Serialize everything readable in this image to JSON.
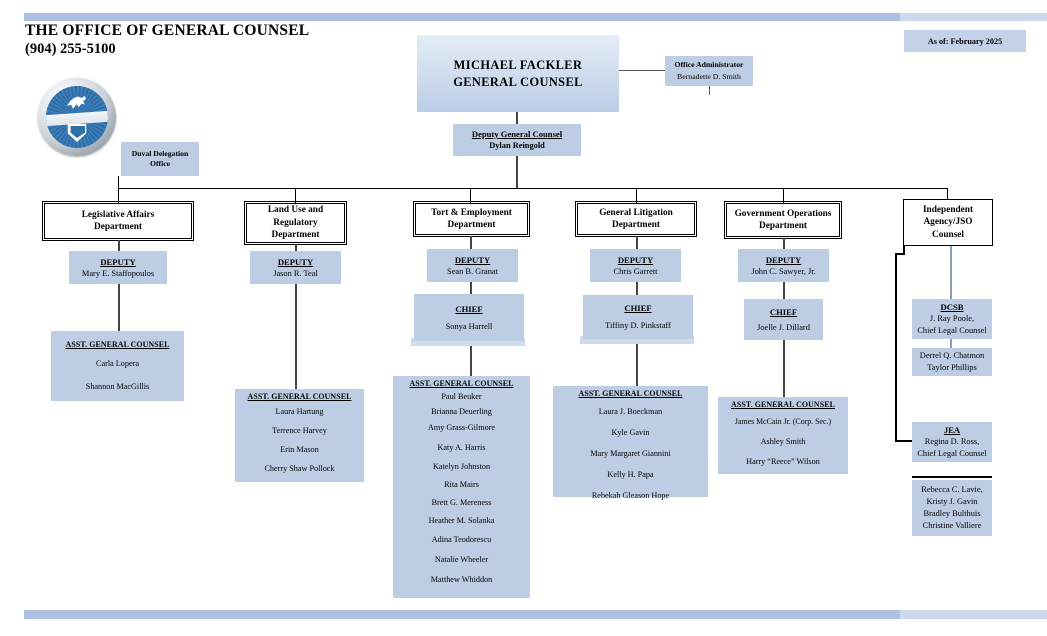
{
  "header": {
    "title": "THE OFFICE OF GENERAL COUNSEL",
    "phone": "(904) 255-5100",
    "as_of": "As of: February 2025",
    "seal_name": "city-of-jacksonville-seal"
  },
  "top": {
    "general_counsel": {
      "name": "MICHAEL FACKLER",
      "title": "GENERAL COUNSEL"
    },
    "office_admin": {
      "role": "Office Administrator",
      "name": "Bernadette D. Smith"
    },
    "deputy_gc": {
      "role": "Deputy General Counsel",
      "name": "Dylan Reingold"
    },
    "duval": {
      "line1": "Duval Delegation",
      "line2": "Office"
    }
  },
  "departments": [
    {
      "name": "legislative-affairs",
      "title_lines": [
        "Legislative Affairs",
        "Department"
      ],
      "deputy": {
        "role": "DEPUTY",
        "name": "Mary E. Staffopoulos"
      },
      "chief": null,
      "staff_header": "ASST. GENERAL COUNSEL",
      "staff": [
        "Carla Lopera",
        "Shannon MacGillis"
      ]
    },
    {
      "name": "land-use-and-regulatory",
      "title_lines": [
        "Land Use and",
        "Regulatory",
        "Department"
      ],
      "deputy": {
        "role": "DEPUTY",
        "name": "Jason R. Teal"
      },
      "chief": null,
      "staff_header": "ASST. GENERAL COUNSEL",
      "staff": [
        "Laura Hartung",
        "Terrence Harvey",
        "Erin Mason",
        "Cherry Shaw Pollock"
      ]
    },
    {
      "name": "tort-and-employment",
      "title_lines": [
        "Tort & Employment",
        "Department"
      ],
      "deputy": {
        "role": "DEPUTY",
        "name": "Sean B. Granat"
      },
      "chief": {
        "role": "CHIEF",
        "name": "Sonya Harrell"
      },
      "staff_header": "ASST. GENERAL COUNSEL",
      "staff": [
        "Paul Beuker",
        "Brianna Deuerling",
        "Amy Grass-Gilmore",
        "Katy A. Harris",
        "Katelyn Johnston",
        "Rita Mairs",
        "Brett G. Mereness",
        "Heather M. Solanka",
        "Adina Teodorescu",
        "Natalie Wheeler",
        "Matthew Whiddon"
      ]
    },
    {
      "name": "general-litigation",
      "title_lines": [
        "General Litigation",
        "Department"
      ],
      "deputy": {
        "role": "DEPUTY",
        "name": "Chris Garrett"
      },
      "chief": {
        "role": "CHIEF",
        "name": "Tiffiny D. Pinkstaff"
      },
      "staff_header": "ASST. GENERAL COUNSEL",
      "staff": [
        "Laura J. Boeckman",
        "Kyle Gavin",
        "Mary Margaret Giannini",
        "Kelly H. Papa",
        "Rebekah Gleason Hope"
      ]
    },
    {
      "name": "government-operations",
      "title_lines": [
        "Government Operations",
        "Department"
      ],
      "deputy": {
        "role": "DEPUTY",
        "name": "John C. Sawyer, Jr."
      },
      "chief": {
        "role": "CHIEF",
        "name": "Joelle J. Dillard"
      },
      "staff_header": "ASST. GENERAL COUNSEL",
      "staff": [
        "James McCain Jr. (Corp. Sec.)",
        "Ashley Smith",
        "Harry “Reece” Wilson"
      ]
    }
  ],
  "independent": {
    "title_lines": [
      "Independent",
      "Agency/JSO",
      "Counsel"
    ],
    "groups": [
      {
        "abbr": "DCSB",
        "lead_lines": [
          "J. Ray Poole,",
          "Chief Legal Counsel"
        ],
        "members": [
          "Derrel Q. Chatmon",
          "Taylor Phillips"
        ]
      },
      {
        "abbr": "JEA",
        "lead_lines": [
          "Regina D. Ross,",
          "Chief Legal Counsel"
        ],
        "members": [
          "Rebecca C. Lavie,",
          "Kristy J. Gavin",
          "Bradley Bulthuis",
          "Christine Valliere"
        ]
      }
    ]
  },
  "colors": {
    "bar": "#adc1e0",
    "bar_light": "#ccd9ec",
    "box_fill": "#bdcde4",
    "gc_fill_from": "#dfe8f4",
    "gc_fill_to": "#bfd1e8"
  }
}
